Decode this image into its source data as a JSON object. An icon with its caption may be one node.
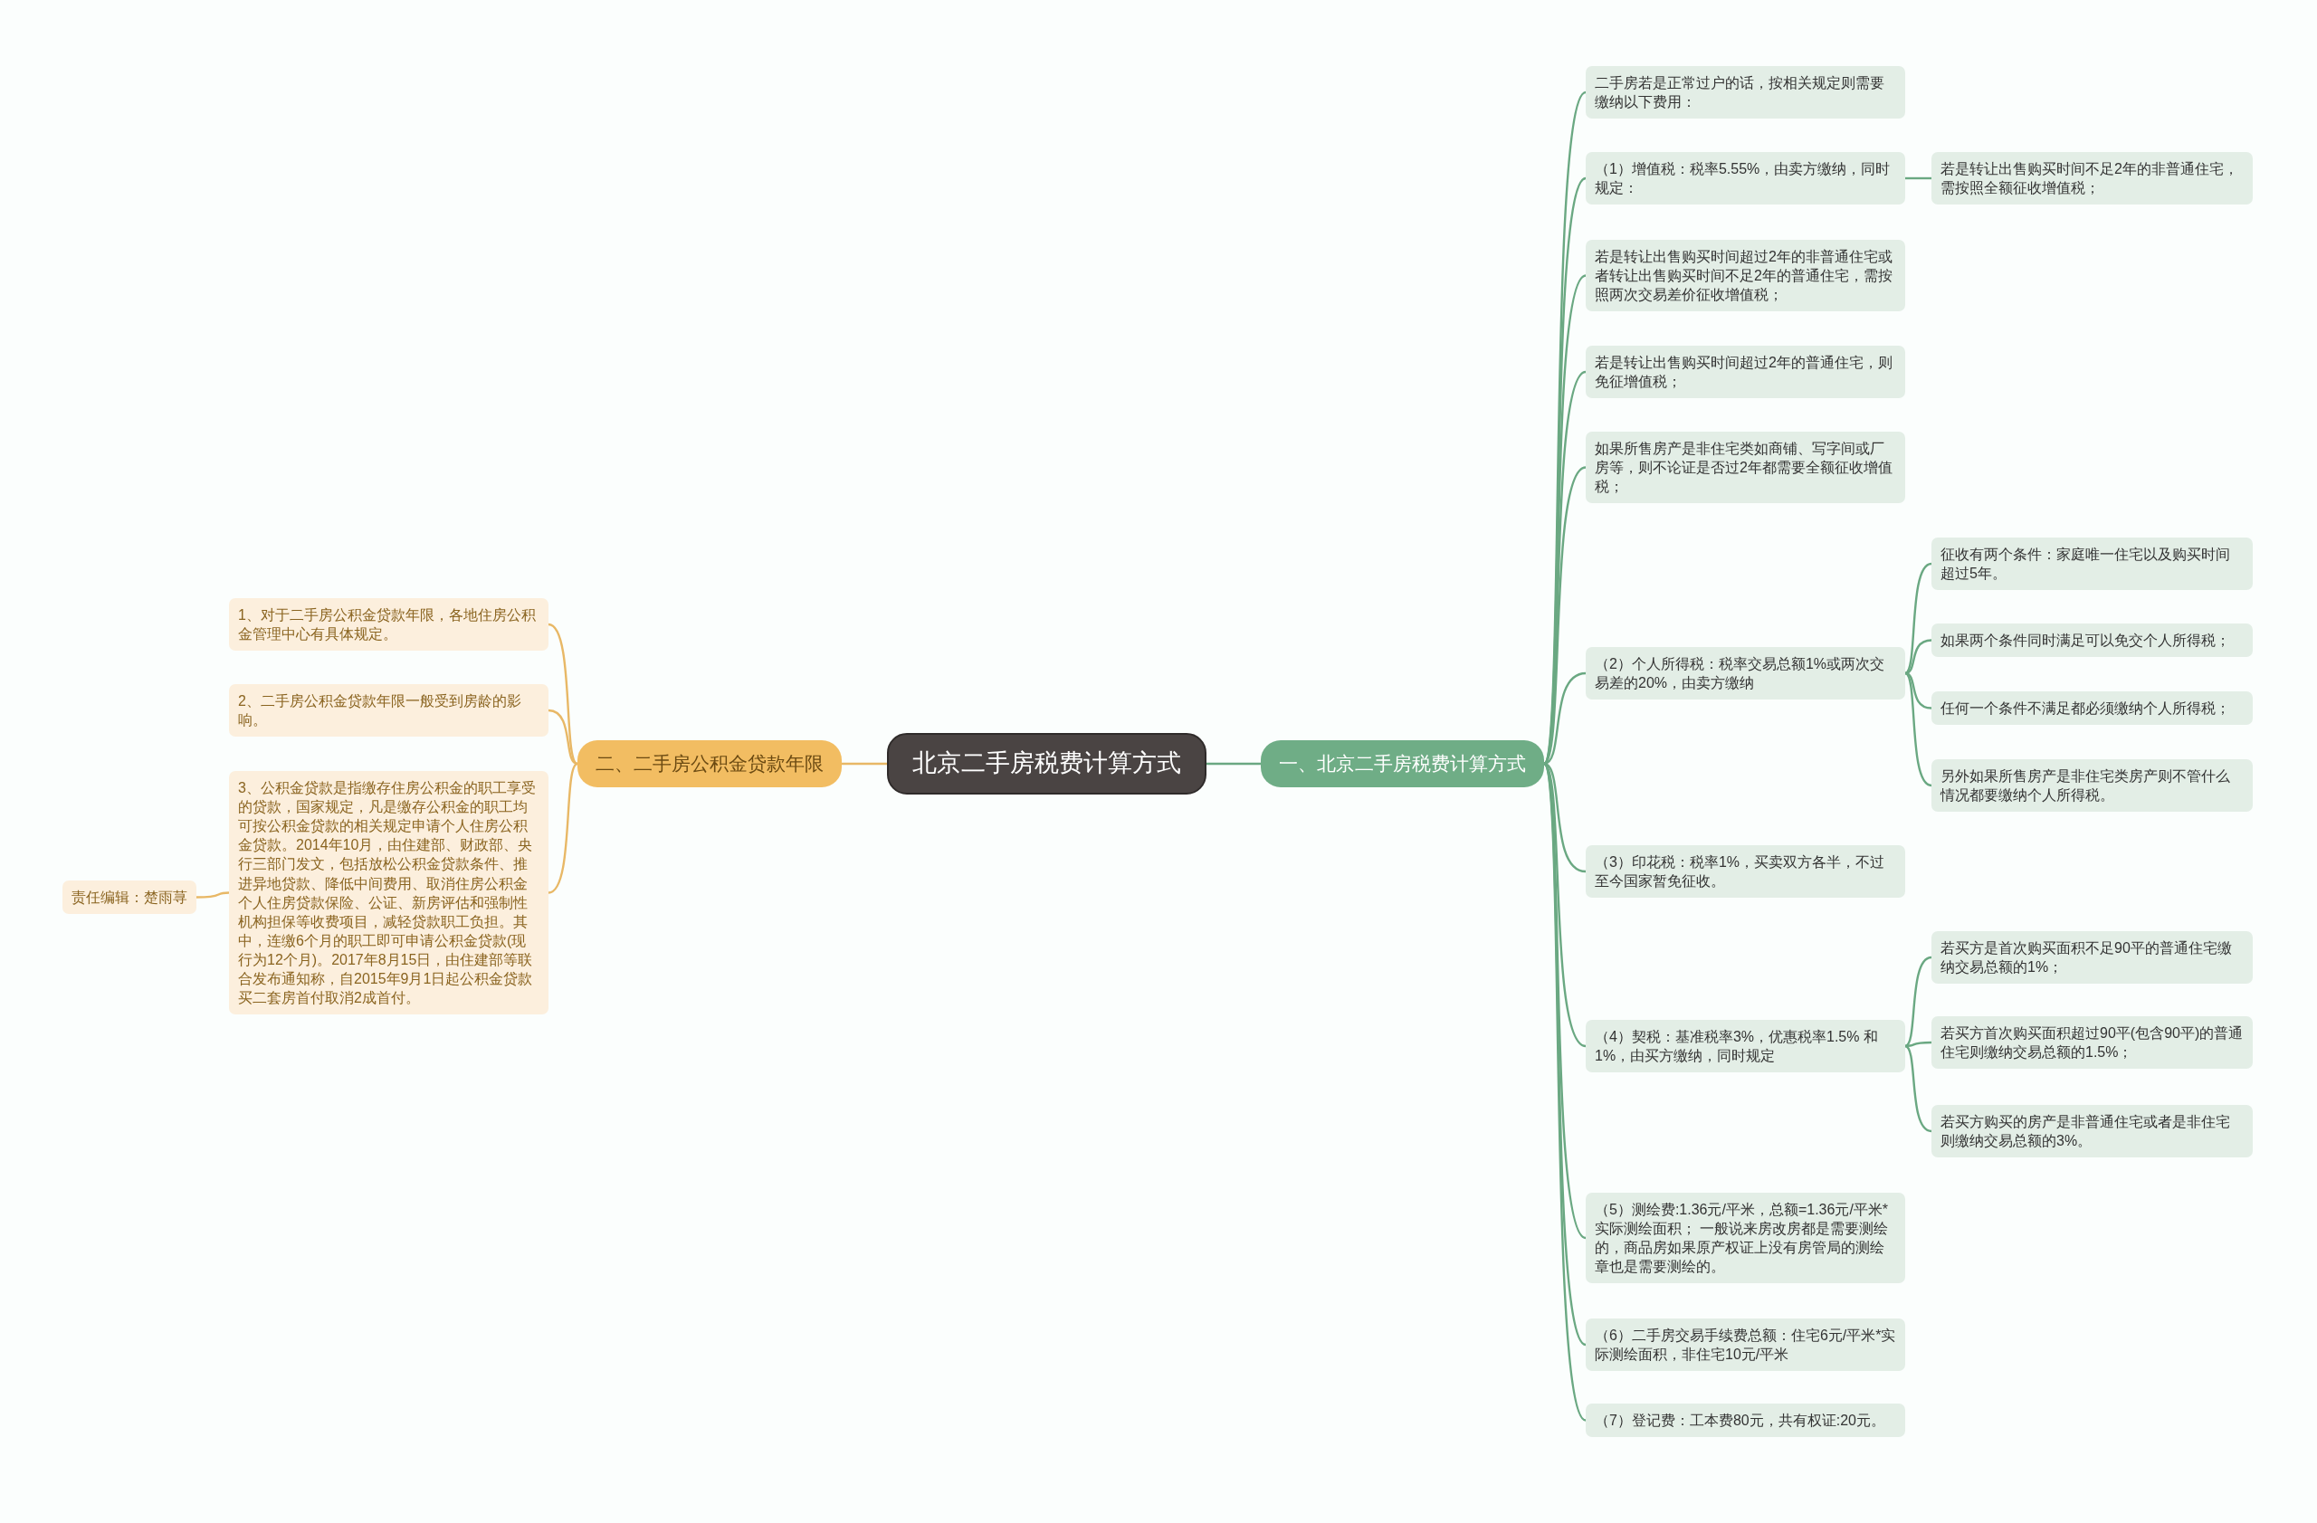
{
  "diagram": {
    "nodes": [
      {
        "text": [
          "北京二手房税费计算方式"
        ]
      },
      {
        "text": [
          "一、北京二手房税费计算方式"
        ]
      },
      {
        "text": [
          "二手房若是正常过户的话，按相关规定则需要缴纳以下费用："
        ]
      },
      {
        "text": [
          "（1）增值税：税率5.55%，由卖方缴纳，同时规定："
        ]
      },
      {
        "text": [
          "若是转让出售购买时间不足2年的非普通住宅，需按照全额征收增值税；"
        ]
      },
      {
        "text": [
          "若是转让出售购买时间超过2年的非普通住宅或者转让出售购买时间不足2年的普通住宅，需按照两次交易差价征收增值税；"
        ]
      },
      {
        "text": [
          "若是转让出售购买时间超过2年的普通住宅，则免征增值税；"
        ]
      },
      {
        "text": [
          "如果所售房产是非住宅类如商铺、写字间或厂房等，则不论证是否过2年都需要全额征收增值税；"
        ]
      },
      {
        "text": [
          "（2）个人所得税：税率交易总额1%或两次交易差的20%，由卖方缴纳"
        ]
      },
      {
        "text": [
          "征收有两个条件：家庭唯一住宅以及购买时间超过5年。"
        ]
      },
      {
        "text": [
          "如果两个条件同时满足可以免交个人所得税；"
        ]
      },
      {
        "text": [
          "任何一个条件不满足都必须缴纳个人所得税；"
        ]
      },
      {
        "text": [
          "另外如果所售房产是非住宅类房产则不管什么情况都要缴纳个人所得税。"
        ]
      },
      {
        "text": [
          "（3）印花税：税率1%，买卖双方各半，不过至今国家暂免征收。"
        ]
      },
      {
        "text": [
          "（4）契税：基准税率3%，优惠税率1.5% 和1%，由买方缴纳，同时规定"
        ]
      },
      {
        "text": [
          "若买方是首次购买面积不足90平的普通住宅缴纳交易总额的1%；"
        ]
      },
      {
        "text": [
          "若买方首次购买面积超过90平(包含90平)的普通住宅则缴纳交易总额的1.5%；"
        ]
      },
      {
        "text": [
          "若买方购买的房产是非普通住宅或者是非住宅则缴纳交易总额的3%。"
        ]
      },
      {
        "text": [
          "（5）测绘费:1.36元/平米，总额=1.36元/平米*实际测绘面积； 一般说来房改房都是需要测绘的，商品房如果原产权证上没有房管局的测绘章也是需要测绘的。"
        ]
      },
      {
        "text": [
          "（6）二手房交易手续费总额：住宅6元/平米*实际测绘面积，非住宅10元/平米"
        ]
      },
      {
        "text": [
          "（7）登记费：工本费80元，共有权证:20元。"
        ]
      },
      {
        "text": [
          "二、二手房公积金贷款年限"
        ]
      },
      {
        "text": [
          "1、对于二手房公积金贷款年限，各地住房公积金管理中心有具体规定。"
        ]
      },
      {
        "text": [
          "2、二手房公积金贷款年限一般受到房龄的影响。"
        ]
      },
      {
        "text": [
          "3、公积金贷款是指缴存住房公积金的职工享受的贷款，国家规定，凡是缴存公积金的职工均可按公积金贷款的相关规定申请个人住房公积金贷款。2014年10月，由住建部、财政部、央行三部门发文，包括放松公积金贷款条件、推进异地贷款、降低中间费用、取消住房公积金个人住房贷款保险、公证、新房评估和强制性机构担保等收费项目，减轻贷款职工负担。其中，连缴6个月的职工即可申请公积金贷款(现行为12个月)。2017年8月15日，由住建部等联合发布通知称，自2015年9月1日起公积金贷款买二套房首付取消2成首付。"
        ]
      },
      {
        "text": [
          "责任编辑：楚雨荨"
        ]
      }
    ],
    "edges": [
      {
        "from": 0,
        "to": 1,
        "arrow": "none"
      },
      {
        "from": 1,
        "to": 2,
        "arrow": "none"
      },
      {
        "from": 1,
        "to": 3,
        "arrow": "none"
      },
      {
        "from": 3,
        "to": 4,
        "arrow": "none"
      },
      {
        "from": 1,
        "to": 5,
        "arrow": "none"
      },
      {
        "from": 1,
        "to": 6,
        "arrow": "none"
      },
      {
        "from": 1,
        "to": 7,
        "arrow": "none"
      },
      {
        "from": 1,
        "to": 8,
        "arrow": "none"
      },
      {
        "from": 8,
        "to": 9,
        "arrow": "none"
      },
      {
        "from": 8,
        "to": 10,
        "arrow": "none"
      },
      {
        "from": 8,
        "to": 11,
        "arrow": "none"
      },
      {
        "from": 8,
        "to": 12,
        "arrow": "none"
      },
      {
        "from": 1,
        "to": 13,
        "arrow": "none"
      },
      {
        "from": 1,
        "to": 14,
        "arrow": "none"
      },
      {
        "from": 14,
        "to": 15,
        "arrow": "none"
      },
      {
        "from": 14,
        "to": 16,
        "arrow": "none"
      },
      {
        "from": 14,
        "to": 17,
        "arrow": "none"
      },
      {
        "from": 1,
        "to": 18,
        "arrow": "none"
      },
      {
        "from": 1,
        "to": 19,
        "arrow": "none"
      },
      {
        "from": 1,
        "to": 20,
        "arrow": "none"
      },
      {
        "from": 0,
        "to": 21,
        "arrow": "none",
        "color": "#e8b866"
      },
      {
        "from": 21,
        "to": 22,
        "arrow": "none",
        "color": "#e8b866"
      },
      {
        "from": 21,
        "to": 23,
        "arrow": "none",
        "color": "#e8b866"
      },
      {
        "from": 21,
        "to": 24,
        "arrow": "none",
        "color": "#e8b866"
      },
      {
        "from": 24,
        "to": 25,
        "arrow": "none",
        "color": "#e8b866"
      }
    ]
  }
}
